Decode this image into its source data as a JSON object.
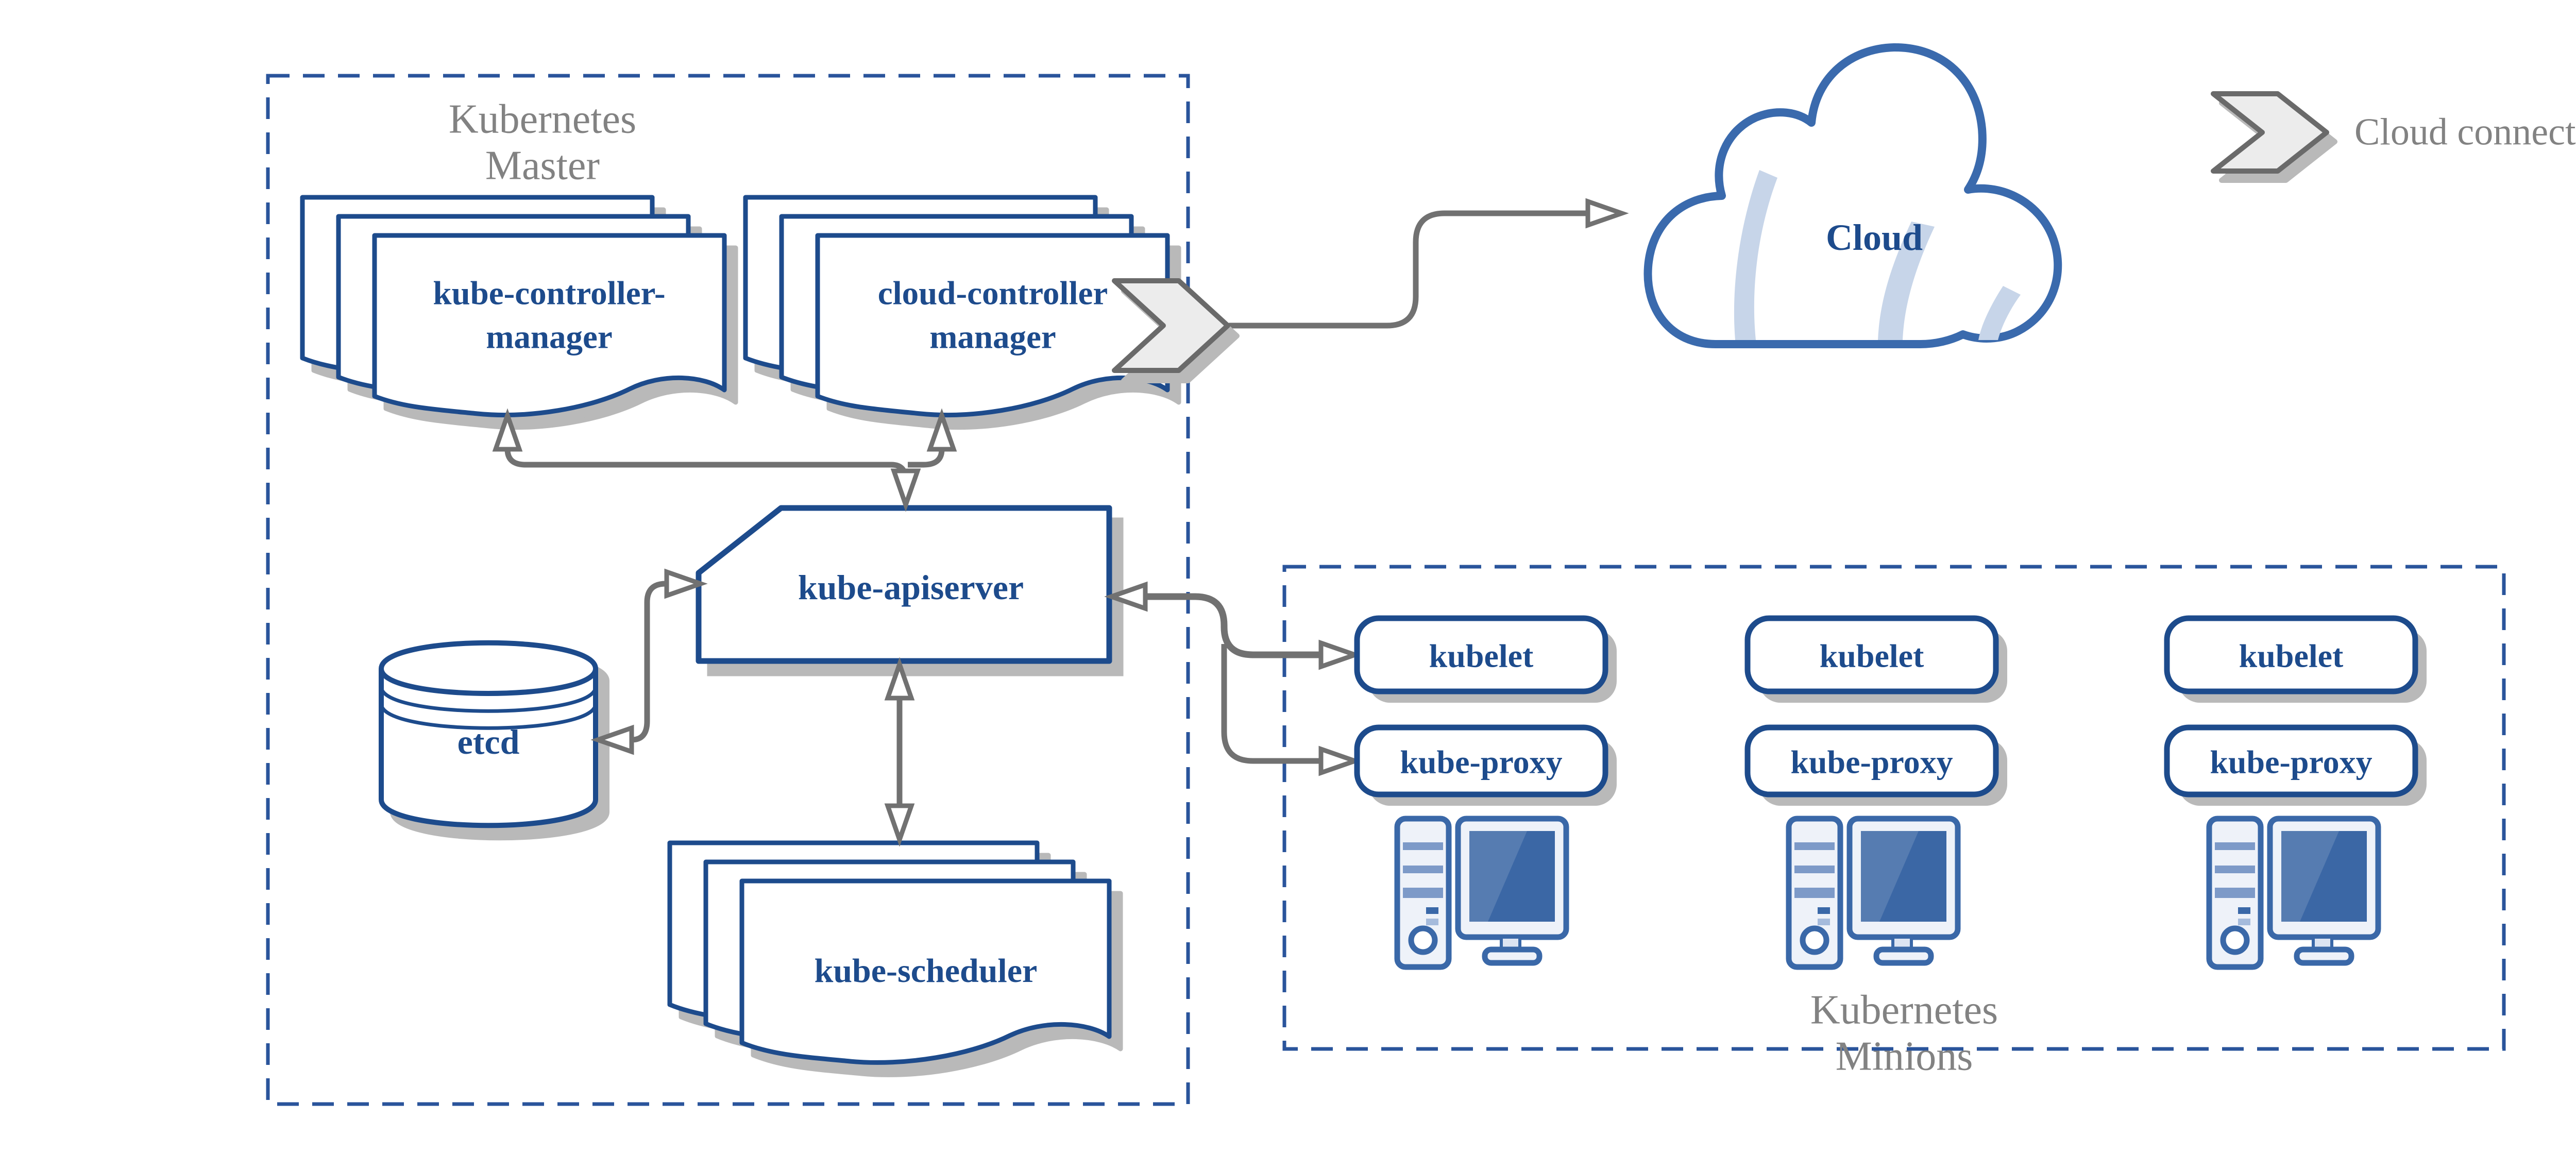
{
  "master": {
    "label": "Kubernetes\nMaster",
    "kube_controller_manager": "kube-controller-\nmanager",
    "cloud_controller_manager": "cloud-controller\nmanager",
    "kube_apiserver": "kube-apiserver",
    "etcd": "etcd",
    "kube_scheduler": "kube-scheduler"
  },
  "cloud": {
    "label": "Cloud"
  },
  "legend": {
    "cloud_connector_label": "Cloud connector"
  },
  "minions": {
    "label": "Kubernetes\nMinions",
    "nodes": [
      {
        "kubelet": "kubelet",
        "kube_proxy": "kube-proxy"
      },
      {
        "kubelet": "kubelet",
        "kube_proxy": "kube-proxy"
      },
      {
        "kubelet": "kubelet",
        "kube_proxy": "kube-proxy"
      }
    ]
  },
  "icons": {
    "cloud_connector": "chevron-right-icon",
    "minion_machine": "desktop-computer-icon",
    "etcd_store": "database-cylinder-icon",
    "cloud_shape": "cloud-icon"
  },
  "colors": {
    "navy": "#1d4b8c",
    "dashed_border_blue": "#2a549b",
    "cloud_border_blue": "#3a6aad",
    "icon_blue": "#3a68a8",
    "screen_blue": "#3b67a5",
    "light_fill": "#eef2f9",
    "stripe_blue": "#7d9ac8",
    "slash_blue": "#c7d5e9",
    "gray_text": "#828282",
    "arrow_gray": "#717171",
    "shadow_gray": "#b9b9b9",
    "chevron_fill": "#ececec",
    "chevron_border": "#6a6a6a"
  }
}
